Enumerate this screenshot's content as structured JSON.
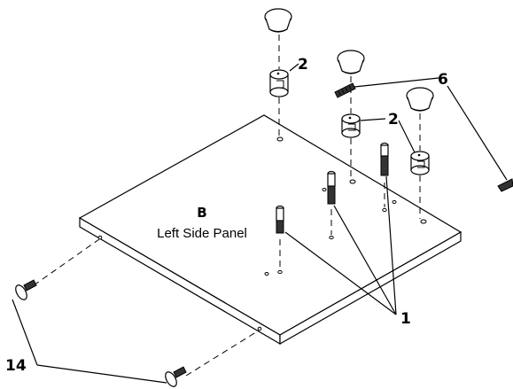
{
  "diagram": {
    "panel_letter": "B",
    "panel_name": "Left Side Panel",
    "callouts": {
      "cam_lock": "2",
      "cam_lock_second": "2",
      "dowel": "6",
      "cam_bolt": "1",
      "screw": "14"
    }
  }
}
